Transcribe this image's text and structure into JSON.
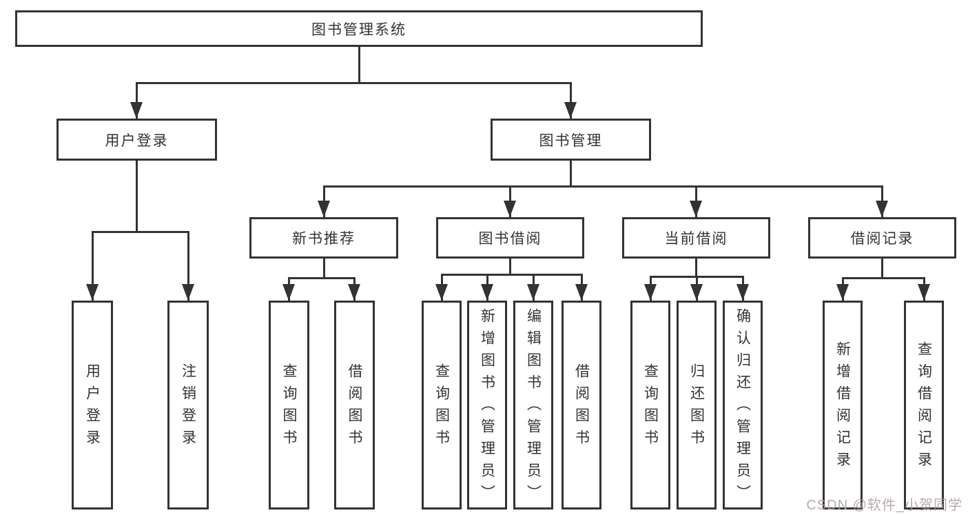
{
  "diagram": {
    "type": "hierarchy-tree",
    "tree": {
      "label": "图书管理系统",
      "children": [
        {
          "label": "用户登录",
          "children": [
            {
              "label": "用户登录"
            },
            {
              "label": "注销登录"
            }
          ]
        },
        {
          "label": "图书管理",
          "children": [
            {
              "label": "新书推荐",
              "children": [
                {
                  "label": "查询图书"
                },
                {
                  "label": "借阅图书"
                }
              ]
            },
            {
              "label": "图书借阅",
              "children": [
                {
                  "label": "查询图书"
                },
                {
                  "label": "新增图书（管理员）"
                },
                {
                  "label": "编辑图书（管理员）"
                },
                {
                  "label": "借阅图书"
                }
              ]
            },
            {
              "label": "当前借阅",
              "children": [
                {
                  "label": "查询图书"
                },
                {
                  "label": "归还图书"
                },
                {
                  "label": "确认归还（管理员）"
                }
              ]
            },
            {
              "label": "借阅记录",
              "children": [
                {
                  "label": "新增借阅记录"
                },
                {
                  "label": "查询借阅记录"
                }
              ]
            }
          ]
        }
      ]
    },
    "colors": {
      "line": "#333333",
      "text": "#333333",
      "background": "#ffffff",
      "watermark": "#a89c9c"
    }
  },
  "watermark": {
    "text": "CSDN @软件_小贺同学"
  }
}
